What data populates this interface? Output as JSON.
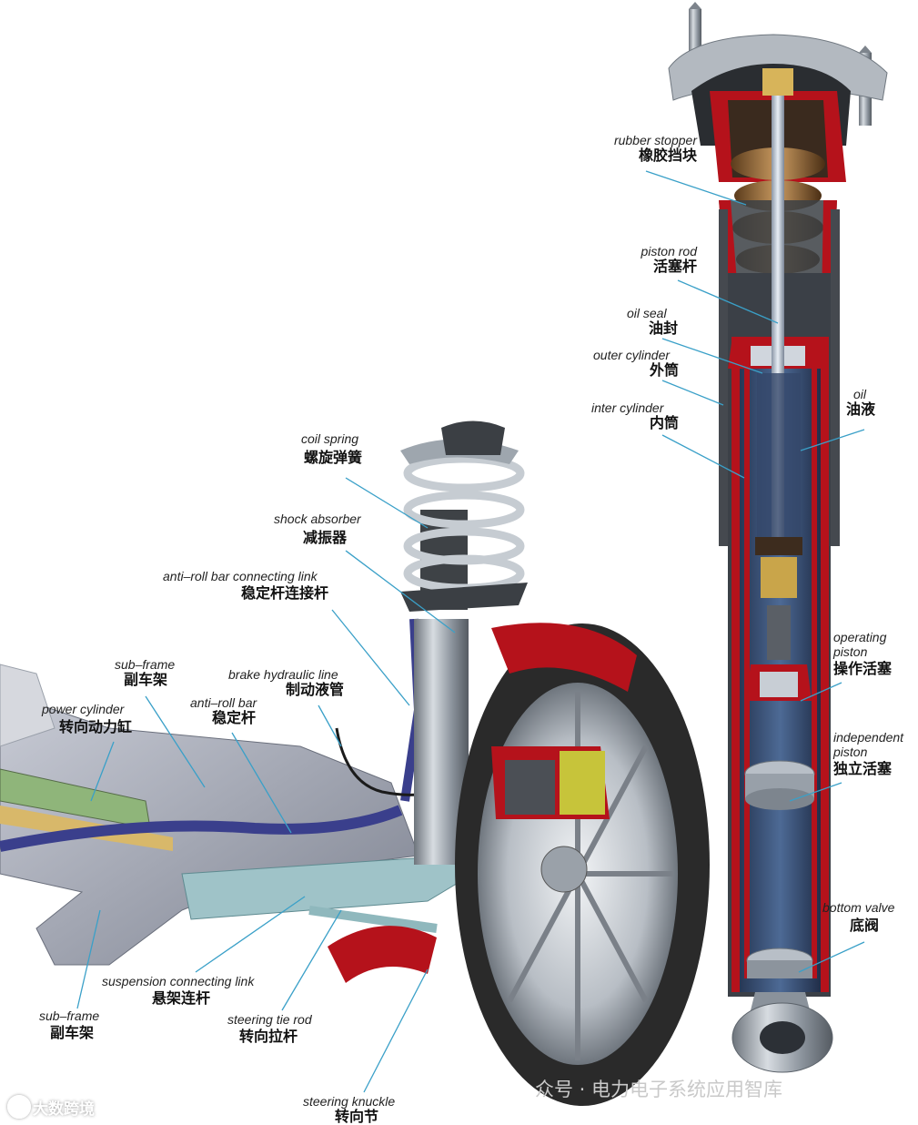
{
  "labels": {
    "rubber_stopper": {
      "en": "rubber stopper",
      "zh": "橡胶挡块"
    },
    "piston_rod": {
      "en": "piston rod",
      "zh": "活塞杆"
    },
    "oil_seal": {
      "en": "oil seal",
      "zh": "油封"
    },
    "outer_cylinder": {
      "en": "outer cylinder",
      "zh": "外筒"
    },
    "inter_cylinder": {
      "en": "inter cylinder",
      "zh": "内筒"
    },
    "oil": {
      "en": "oil",
      "zh": "油液"
    },
    "operating_piston": {
      "en1": "operating",
      "en2": "piston",
      "zh": "操作活塞"
    },
    "independent_piston": {
      "en1": "independent",
      "en2": "piston",
      "zh": "独立活塞"
    },
    "bottom_valve": {
      "en": "bottom valve",
      "zh": "底阀"
    },
    "coil_spring": {
      "en": "coil spring",
      "zh": "螺旋弹簧"
    },
    "shock_absorber": {
      "en": "shock absorber",
      "zh": "减振器"
    },
    "anti_roll_link": {
      "en": "anti–roll bar connecting link",
      "zh": "稳定杆连接杆"
    },
    "sub_frame_top": {
      "en": "sub–frame",
      "zh": "副车架"
    },
    "brake_line": {
      "en": "brake hydraulic line",
      "zh": "制动液管"
    },
    "power_cylinder": {
      "en": "power cylinder",
      "zh": "转向动力缸"
    },
    "anti_roll_bar": {
      "en": "anti–roll bar",
      "zh": "稳定杆"
    },
    "suspension_link": {
      "en": "suspension connecting link",
      "zh": "悬架连杆"
    },
    "sub_frame_bottom": {
      "en": "sub–frame",
      "zh": "副车架"
    },
    "steering_tie_rod": {
      "en": "steering tie rod",
      "zh": "转向拉杆"
    },
    "steering_knuckle": {
      "en": "steering knuckle",
      "zh": "转向节"
    }
  },
  "watermarks": {
    "right": "众号 · 电力电子系统应用智库",
    "left": "大数跨境"
  },
  "colors": {
    "cut_red": "#b5121b",
    "leader": "#3aa0c8",
    "metal": "#9aa3ad",
    "tire": "#2a2a2a"
  }
}
